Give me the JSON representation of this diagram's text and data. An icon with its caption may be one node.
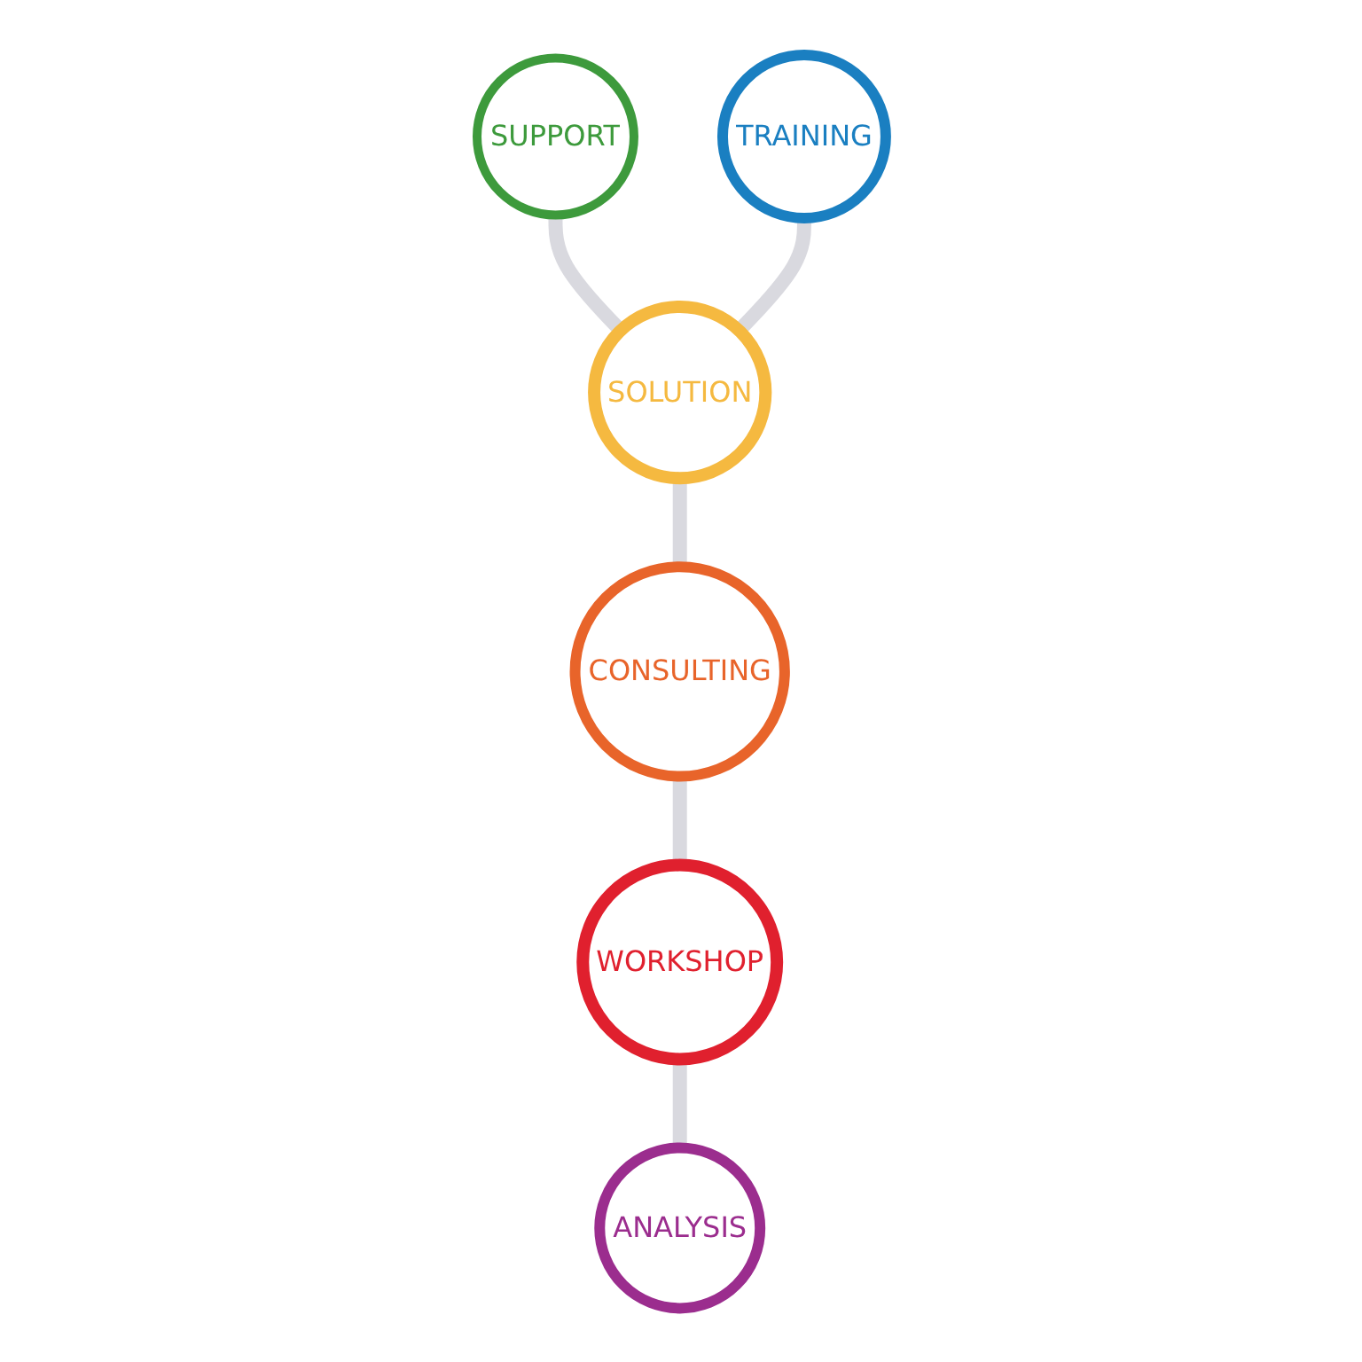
{
  "diagram": {
    "nodes": [
      {
        "text": [
          "SUPPORT"
        ]
      },
      {
        "text": [
          "TRAINING"
        ]
      },
      {
        "text": [
          "SOLUTION"
        ]
      },
      {
        "text": [
          "WORKSHOP"
        ]
      },
      {
        "text": [
          "CONSULTING"
        ]
      },
      {
        "text": [
          "ANALYSIS"
        ]
      }
    ],
    "edges": [
      {
        "from": 0,
        "to": 2,
        "arrow": "none"
      },
      {
        "from": 1,
        "to": 2,
        "arrow": "none"
      },
      {
        "from": 2,
        "to": 4,
        "arrow": "none"
      },
      {
        "from": 4,
        "to": 3,
        "arrow": "none"
      },
      {
        "from": 3,
        "to": 5,
        "arrow": "none"
      }
    ]
  }
}
